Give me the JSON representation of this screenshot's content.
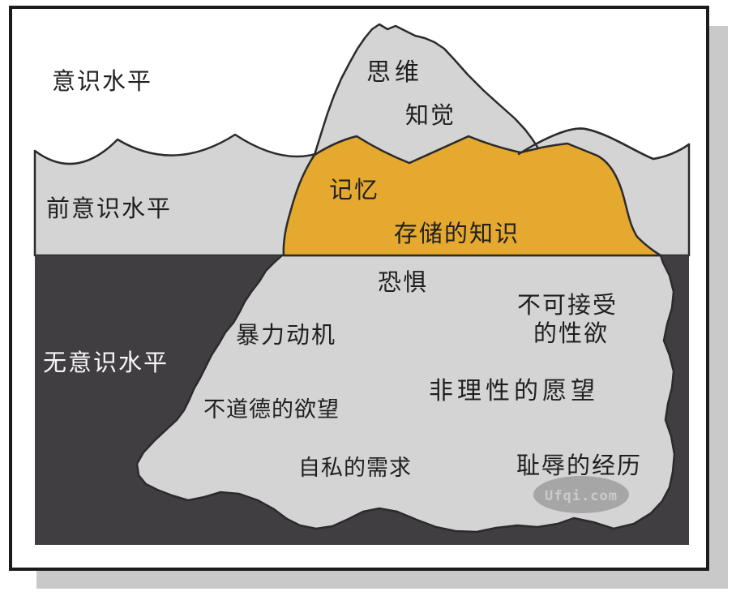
{
  "diagram": {
    "description_levels": {
      "conscious": "意识水平",
      "preconscious": "前意识水平",
      "unconscious": "无意识水平"
    },
    "conscious_items": {
      "thinking": "思维",
      "perception": "知觉"
    },
    "preconscious_items": {
      "memory": "记忆",
      "stored_knowledge": "存储的知识"
    },
    "unconscious_items": {
      "fear": "恐惧",
      "unacceptable_desire_line1": "不可接受",
      "unacceptable_desire_line2": "的性欲",
      "violent_motives": "暴力动机",
      "immoral_desires": "不道德的欲望",
      "irrational_wishes": "非理性的愿望",
      "selfish_needs": "自私的需求",
      "shameful_experiences": "耻辱的经历"
    },
    "watermark": "Ufqi.com"
  },
  "colors": {
    "iceberg_gray": "#d5d4d5",
    "preconscious_orange": "#e6a92f",
    "unconscious_dark": "#403e40",
    "shadow_gray": "#c9c9c9",
    "watermark_oval": "#a6a6a6",
    "outline": "#2b2b2b",
    "page_background": "#ffffff"
  }
}
